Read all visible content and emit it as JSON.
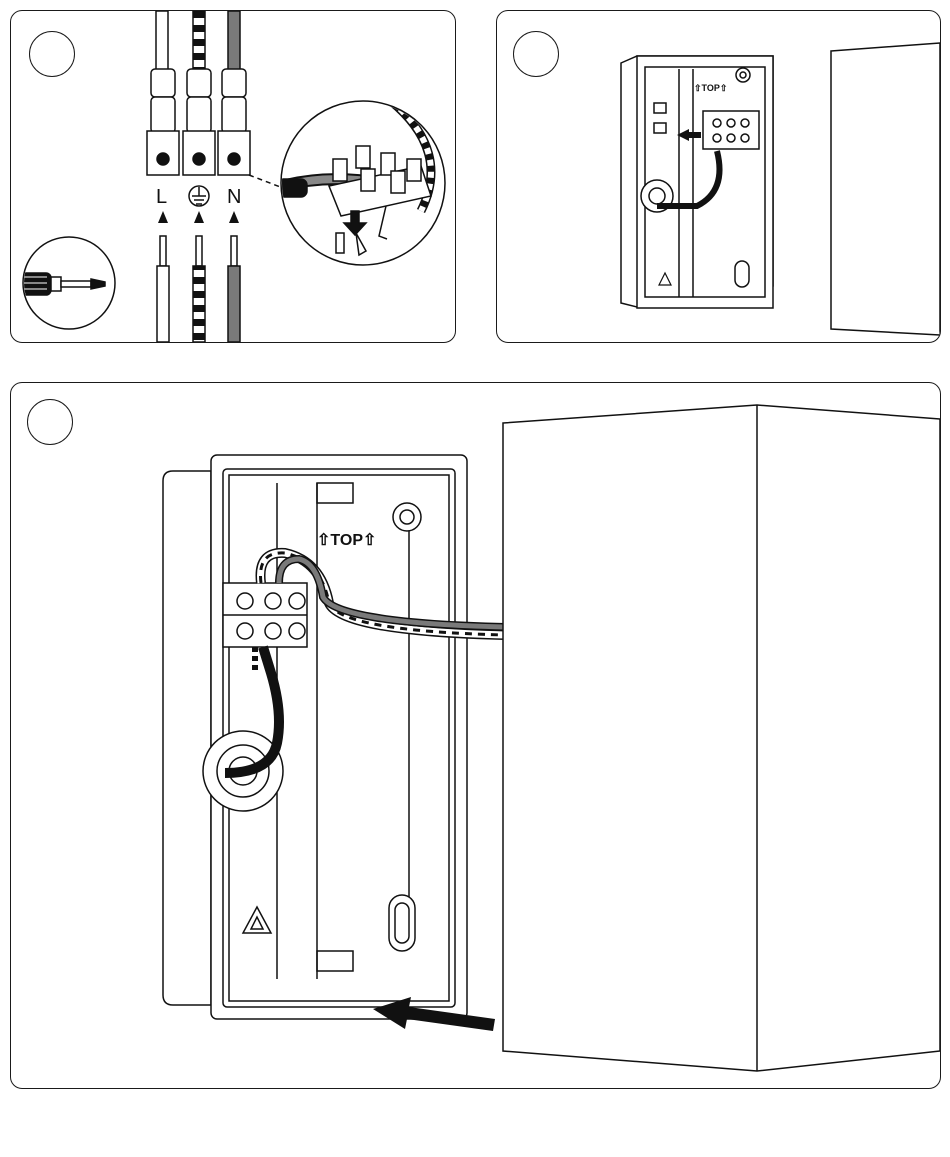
{
  "steps": [
    {
      "number": "",
      "terminals": {
        "live": "L",
        "neutral": "N",
        "earth_icon": "earth-ground-icon"
      }
    },
    {
      "number": "",
      "box_label": "⇧TOP⇧"
    },
    {
      "number": "",
      "box_label": "⇧TOP⇧"
    }
  ],
  "colors": {
    "line": "#1a1a1a",
    "wire_neutral": "#7a7a7a",
    "wire_live": "#ffffff",
    "cable": "#111111"
  }
}
